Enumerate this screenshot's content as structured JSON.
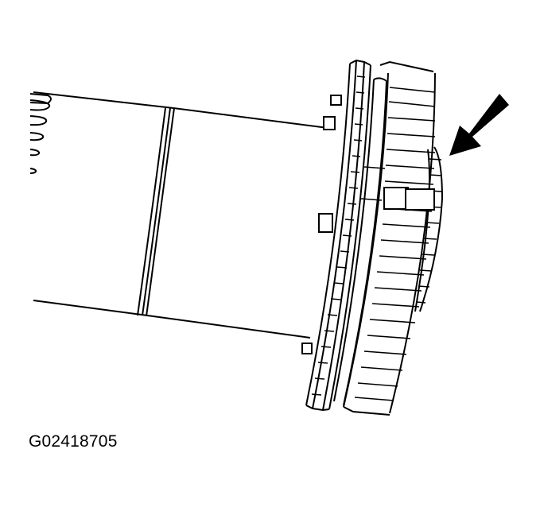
{
  "figure": {
    "id_label": "G02418705",
    "subject": "shaft with gear/sprocket ring assembly",
    "callouts": [
      {
        "type": "arrow",
        "icon": "arrow-pointer-icon",
        "points_to": "outer gear ring edge"
      }
    ],
    "colors": {
      "line": "#000000",
      "background": "#ffffff"
    }
  }
}
